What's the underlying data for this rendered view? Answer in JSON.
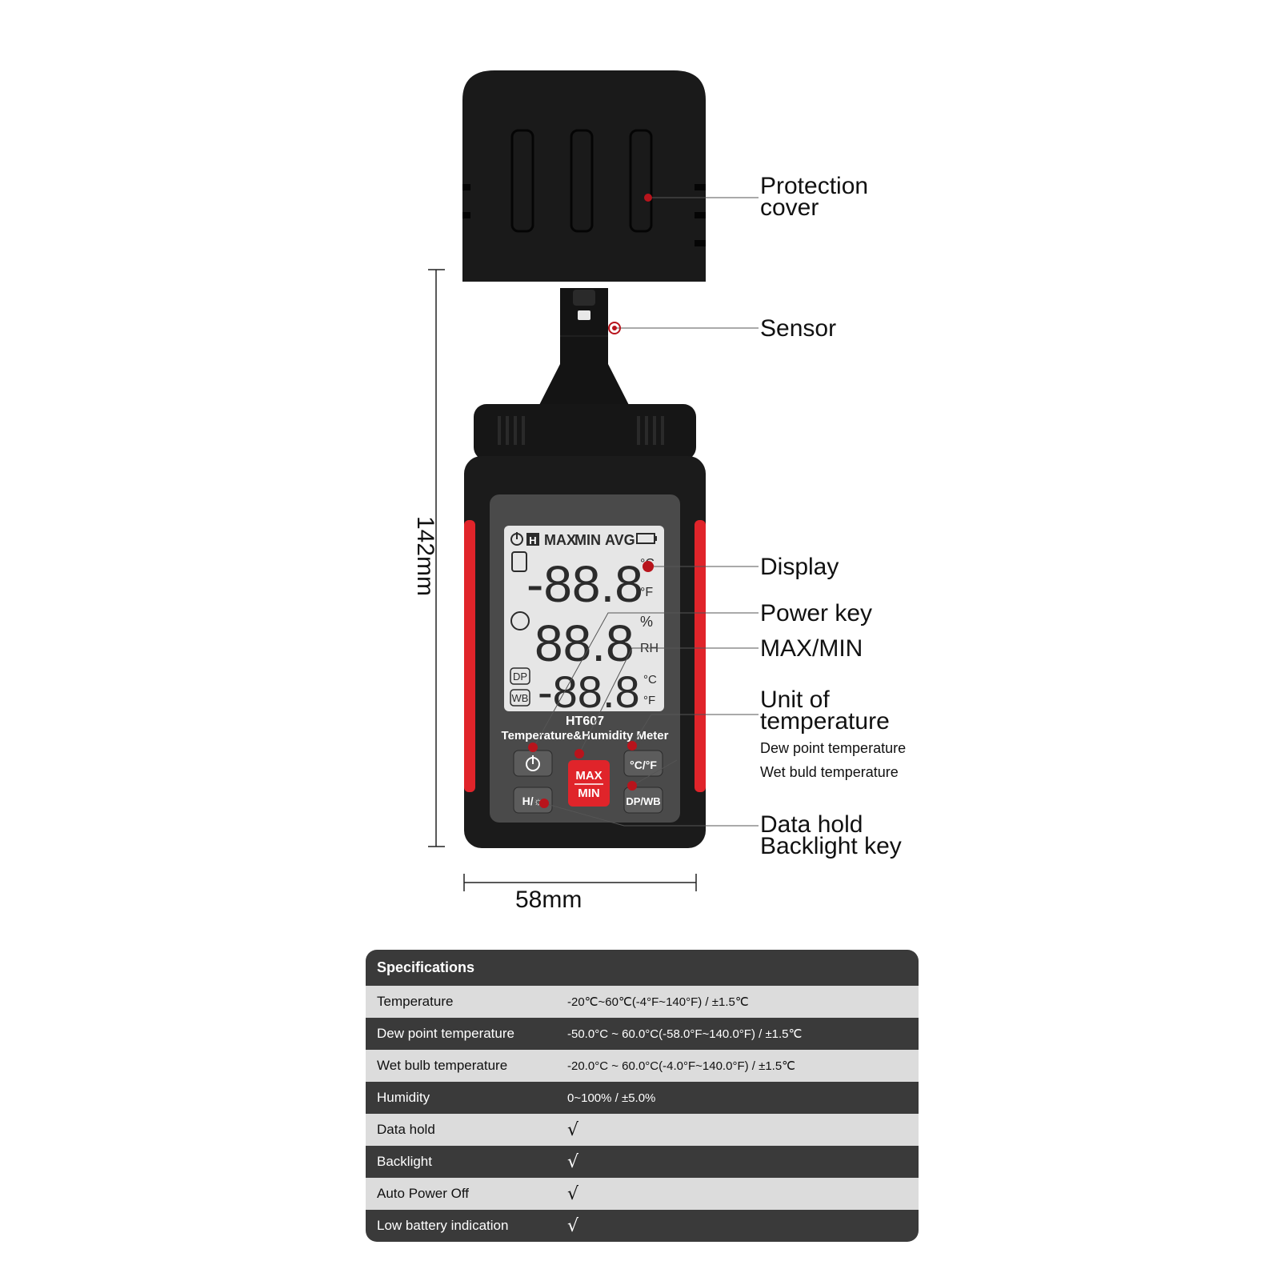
{
  "device": {
    "model": "HT607",
    "subtitle": "Temperature&Humidity Meter",
    "lcd": {
      "status_row": [
        "MAX",
        "MIN",
        "AVG"
      ],
      "hold_symbol": "H",
      "row1": "-88.8",
      "row2": "88.8",
      "row3": "-88.8",
      "unit_c": "°C",
      "unit_f": "°F",
      "unit_percent": "%",
      "unit_rh": "RH",
      "dp_label": "DP",
      "wb_label": "WB"
    },
    "buttons": {
      "max": "MAX",
      "min": "MIN",
      "unit": "°C/°F",
      "dpwb": "DP/WB",
      "hold": "H/☼"
    },
    "colors": {
      "body": "#1c1c1c",
      "accent": "#e0242a",
      "lcd_bg": "#e6e6e6",
      "panel": "#4a4a4a"
    }
  },
  "callouts": {
    "protection_cover": [
      "Protection",
      "cover"
    ],
    "sensor": "Sensor",
    "display": "Display",
    "power_key": "Power key",
    "max_min": "MAX/MIN",
    "unit_of_temperature": [
      "Unit of",
      "temperature"
    ],
    "dew_point_temperature": "Dew point temperature",
    "wet_buld_temperature": "Wet buld temperature",
    "data_hold_backlight": [
      "Data hold",
      "Backlight key"
    ]
  },
  "dimensions": {
    "height": "142mm",
    "width": "58mm"
  },
  "specifications": {
    "header": "Specifications",
    "rows": [
      {
        "name": "Temperature",
        "value": "-20℃~60℃(-4°F~140°F) / ±1.5℃"
      },
      {
        "name": "Dew point temperature",
        "value": "-50.0°C ~ 60.0°C(-58.0°F~140.0°F) / ±1.5℃"
      },
      {
        "name": "Wet bulb temperature",
        "value": "-20.0°C ~ 60.0°C(-4.0°F~140.0°F) / ±1.5℃"
      },
      {
        "name": "Humidity",
        "value": "0~100% / ±5.0%"
      },
      {
        "name": "Data hold",
        "value": "√"
      },
      {
        "name": "Backlight",
        "value": "√"
      },
      {
        "name": "Auto Power Off",
        "value": "√"
      },
      {
        "name": "Low battery indication",
        "value": "√"
      }
    ]
  }
}
